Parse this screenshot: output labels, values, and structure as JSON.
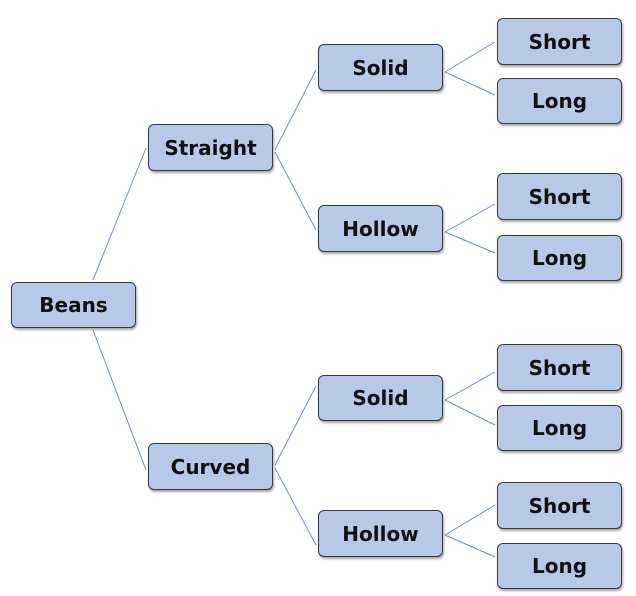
{
  "diagram": {
    "root": "Beans",
    "level1": [
      "Straight",
      "Curved"
    ],
    "level2": [
      "Solid",
      "Hollow",
      "Solid",
      "Hollow"
    ],
    "level3": [
      "Short",
      "Long",
      "Short",
      "Long",
      "Short",
      "Long",
      "Short",
      "Long"
    ]
  },
  "colors": {
    "node_fill": "#b8c9e8",
    "node_border": "#3a3a3a",
    "connector": "#6f8fc4"
  }
}
